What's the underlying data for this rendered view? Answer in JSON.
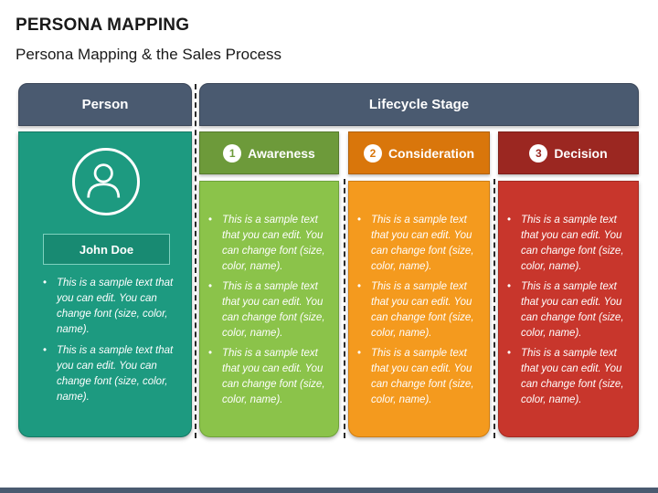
{
  "title": "PERSONA MAPPING",
  "subtitle": "Persona Mapping & the Sales Process",
  "headers": {
    "person": "Person",
    "lifecycle": "Lifecycle Stage"
  },
  "person": {
    "avatar_icon": "user-icon",
    "name": "John Doe",
    "bullets": [
      "This is a sample text that you can edit. You can change font (size, color, name).",
      "This is a sample text that you can edit. You can change font (size, color, name)."
    ]
  },
  "stages": [
    {
      "number": "1",
      "label": "Awareness",
      "color": "#8bc34a",
      "bullets": [
        "This is a sample text that you can edit. You can change font (size, color, name).",
        "This is a sample text that you can edit. You can change font (size, color, name).",
        "This is a sample text that you can edit. You can change font (size, color, name)."
      ]
    },
    {
      "number": "2",
      "label": "Consideration",
      "color": "#f49a1e",
      "bullets": [
        "This is a sample text that you can edit. You can change font (size, color, name).",
        "This is a sample text that you can edit. You can change font (size, color, name).",
        "This is a sample text that you can edit. You can change font (size, color, name)."
      ]
    },
    {
      "number": "3",
      "label": "Decision",
      "color": "#c8362c",
      "bullets": [
        "This is a sample text that you can edit. You can change font (size, color, name).",
        "This is a sample text that you can edit. You can change font (size, color, name).",
        "This is a sample text that you can edit. You can change font (size, color, name)."
      ]
    }
  ],
  "colors": {
    "header": "#4a5a70",
    "person_card": "#1d9a80"
  }
}
